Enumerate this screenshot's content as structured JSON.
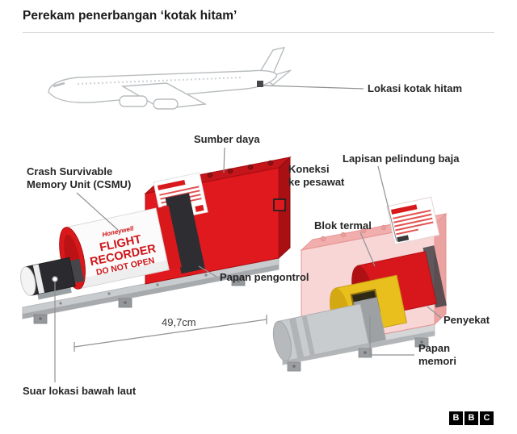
{
  "title": "Perekam penerbangan ‘kotak hitam’",
  "colors": {
    "box_red": "#e0191e",
    "faded_pink": "#f1aead",
    "thermal_yellow": "#e9bf1d",
    "base_gray": "#c9ccce",
    "label_text": "#262626"
  },
  "plane": {
    "location_label": "Lokasi kotak hitam"
  },
  "left_unit": {
    "power_label": "Sumber daya",
    "csmu_label_line1": "Crash Survivable",
    "csmu_label_line2": "Memory Unit (CSMU)",
    "connection_label_line1": "Koneksi",
    "connection_label_line2": "ke pesawat",
    "controller_label": "Papan pengontrol",
    "length_label": "49,7cm",
    "beacon_label": "Suar lokasi bawah laut",
    "device": {
      "brand": "Honeywell",
      "line1": "FLIGHT",
      "line2": "RECORDER",
      "line3": "DO NOT OPEN"
    }
  },
  "right_unit": {
    "shield_label": "Lapisan pelindung baja",
    "thermal_label": "Blok termal",
    "insulation_label": "Penyekat",
    "memory_label_line1": "Papan",
    "memory_label_line2": "memori"
  },
  "branding": {
    "letters": [
      "B",
      "B",
      "C"
    ]
  }
}
